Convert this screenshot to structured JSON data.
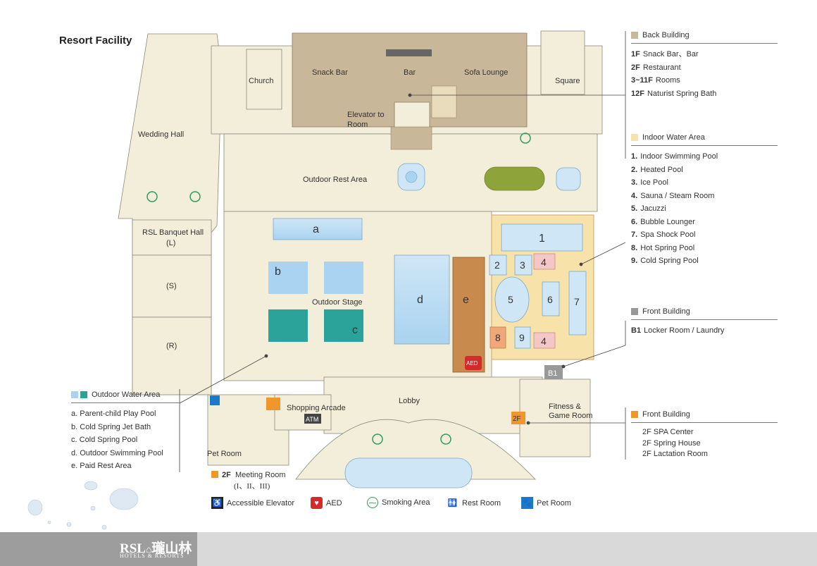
{
  "title": "Resort Facility",
  "map_labels": {
    "church": "Church",
    "snack_bar": "Snack Bar",
    "bar": "Bar",
    "sofa_lounge": "Sofa Lounge",
    "square": "Square",
    "elevator_to": "Elevator to",
    "room": "Room",
    "wedding_hall": "Wedding Hall",
    "outdoor_rest_area": "Outdoor Rest Area",
    "rsl_banquet_hall": "RSL Banquet Hall",
    "banquet_l": "(L)",
    "banquet_s": "(S)",
    "banquet_r": "(R)",
    "outdoor_stage": "Outdoor Stage",
    "pool_a": "a",
    "pool_b": "b",
    "pool_c": "c",
    "pool_d": "d",
    "pool_e": "e",
    "pool_1": "1",
    "pool_2": "2",
    "pool_3": "3",
    "pool_4a": "4",
    "pool_4b": "4",
    "pool_5": "5",
    "pool_6": "6",
    "pool_7": "7",
    "pool_8": "8",
    "pool_9": "9",
    "lobby": "Lobby",
    "shopping_arcade": "Shopping Arcade",
    "atm": "ATM",
    "fitness": "Fitness &",
    "game_room": "Game Room",
    "pet_room": "Pet Room",
    "b1": "B1",
    "twof": "2F",
    "aed": "AED",
    "meeting_room": "Meeting Room",
    "meeting_floor": "2F",
    "meeting_sub": "(I、II、III)"
  },
  "panels": {
    "back_building": {
      "title": "Back Building",
      "color": "#c9b79a",
      "rows": [
        {
          "floor": "1F",
          "text": "Snack Bar、Bar"
        },
        {
          "floor": "2F",
          "text": "Restaurant"
        },
        {
          "floor": "3~11F",
          "text": "Rooms"
        },
        {
          "floor": "12F",
          "text": "Naturist Spring Bath"
        }
      ]
    },
    "indoor_water": {
      "title": "Indoor Water Area",
      "color": "#f7e3aa",
      "rows": [
        {
          "floor": "1.",
          "text": "Indoor Swimming Pool"
        },
        {
          "floor": "2.",
          "text": "Heated Pool"
        },
        {
          "floor": "3.",
          "text": "Ice Pool"
        },
        {
          "floor": "4.",
          "text": "Sauna / Steam Room"
        },
        {
          "floor": "5.",
          "text": "Jacuzzi"
        },
        {
          "floor": "6.",
          "text": "Bubble Lounger"
        },
        {
          "floor": "7.",
          "text": "Spa Shock Pool"
        },
        {
          "floor": "8.",
          "text": "Hot Spring Pool"
        },
        {
          "floor": "9.",
          "text": "Cold Spring Pool"
        }
      ]
    },
    "front_building_b1": {
      "title": "Front Building",
      "color": "#999999",
      "rows": [
        {
          "floor": "B1",
          "text": "Locker Room / Laundry"
        }
      ]
    },
    "front_building_2f": {
      "title": "Front Building",
      "color": "#f0962a",
      "rows": [
        {
          "floor": "2F",
          "text": "SPA Center"
        },
        {
          "floor": "2F",
          "text": "Spring House"
        },
        {
          "floor": "2F",
          "text": "Lactation Room"
        }
      ]
    },
    "outdoor_water": {
      "title": "Outdoor Water Area",
      "color": "#a9d3f0",
      "color2": "#2ba39a",
      "rows": [
        {
          "floor": "a.",
          "text": "Parent-child Play Pool"
        },
        {
          "floor": "b.",
          "text": "Cold Spring Jet Bath"
        },
        {
          "floor": "c.",
          "text": "Cold Spring Pool"
        },
        {
          "floor": "d.",
          "text": "Outdoor Swimming Pool"
        },
        {
          "floor": "e.",
          "text": "Paid Rest Area"
        }
      ]
    }
  },
  "legend": {
    "accessible_elevator": "Accessible Elevator",
    "aed": "AED",
    "smoking_area": "Smoking Area",
    "rest_room": "Rest Room",
    "pet_room": "Pet Room"
  },
  "logo": {
    "name": "RSL",
    "chinese": "瓏山林",
    "sub": "HOTELS & RESORTS"
  },
  "colors": {
    "ground": "#f3eed9",
    "back_building": "#c9b79a",
    "indoor": "#f7e3aa",
    "pool_light": "#a9d3f0",
    "pool_dark": "#2ba39a",
    "paid_rest": "#c98a4e",
    "sauna": "#f4c7c7",
    "hot_spring": "#f0a87a",
    "green_pool": "#8ea43a",
    "aed_red": "#d22b2b",
    "front_orange": "#f0962a",
    "smoking_green": "#2f9d5a"
  }
}
